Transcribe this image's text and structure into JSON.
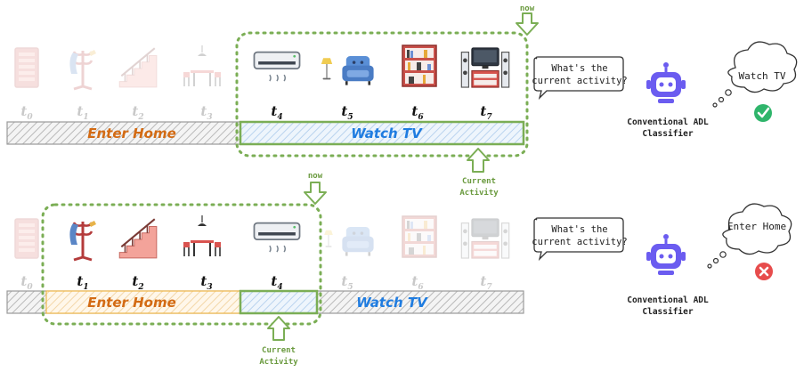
{
  "colors": {
    "enter": "#d36b14",
    "watch": "#1f7ce0",
    "green": "#7bae55",
    "robot": "#6b5cf0",
    "check": "#2fb56b",
    "cross": "#e74c4c"
  },
  "panels": [
    {
      "now": "now",
      "band_enter": "Enter Home",
      "band_watch": "Watch TV",
      "current": [
        "Current",
        "Activity"
      ],
      "question": [
        "What's the",
        "current activity?"
      ],
      "answer": "Watch TV",
      "classifier": [
        "Conventional ADL",
        "Classifier"
      ],
      "times": [
        {
          "base": "t",
          "sub": "0"
        },
        {
          "base": "t",
          "sub": "1"
        },
        {
          "base": "t",
          "sub": "2"
        },
        {
          "base": "t",
          "sub": "3"
        },
        {
          "base": "t",
          "sub": "4"
        },
        {
          "base": "t",
          "sub": "5"
        },
        {
          "base": "t",
          "sub": "6"
        },
        {
          "base": "t",
          "sub": "7"
        }
      ]
    },
    {
      "now": "now",
      "band_enter": "Enter Home",
      "band_watch": "Watch TV",
      "current": [
        "Current",
        "Activity"
      ],
      "question": [
        "What's the",
        "current activity?"
      ],
      "answer": "Enter Home",
      "classifier": [
        "Conventional ADL",
        "Classifier"
      ],
      "times": [
        {
          "base": "t",
          "sub": "0"
        },
        {
          "base": "t",
          "sub": "1"
        },
        {
          "base": "t",
          "sub": "2"
        },
        {
          "base": "t",
          "sub": "3"
        },
        {
          "base": "t",
          "sub": "4"
        },
        {
          "base": "t",
          "sub": "5"
        },
        {
          "base": "t",
          "sub": "6"
        },
        {
          "base": "t",
          "sub": "7"
        }
      ]
    }
  ],
  "icons": [
    "door-icon",
    "coat-rack-icon",
    "stairs-icon",
    "dining-table-icon",
    "air-conditioner-icon",
    "sofa-icon",
    "bookshelf-icon",
    "tv-set-icon"
  ]
}
